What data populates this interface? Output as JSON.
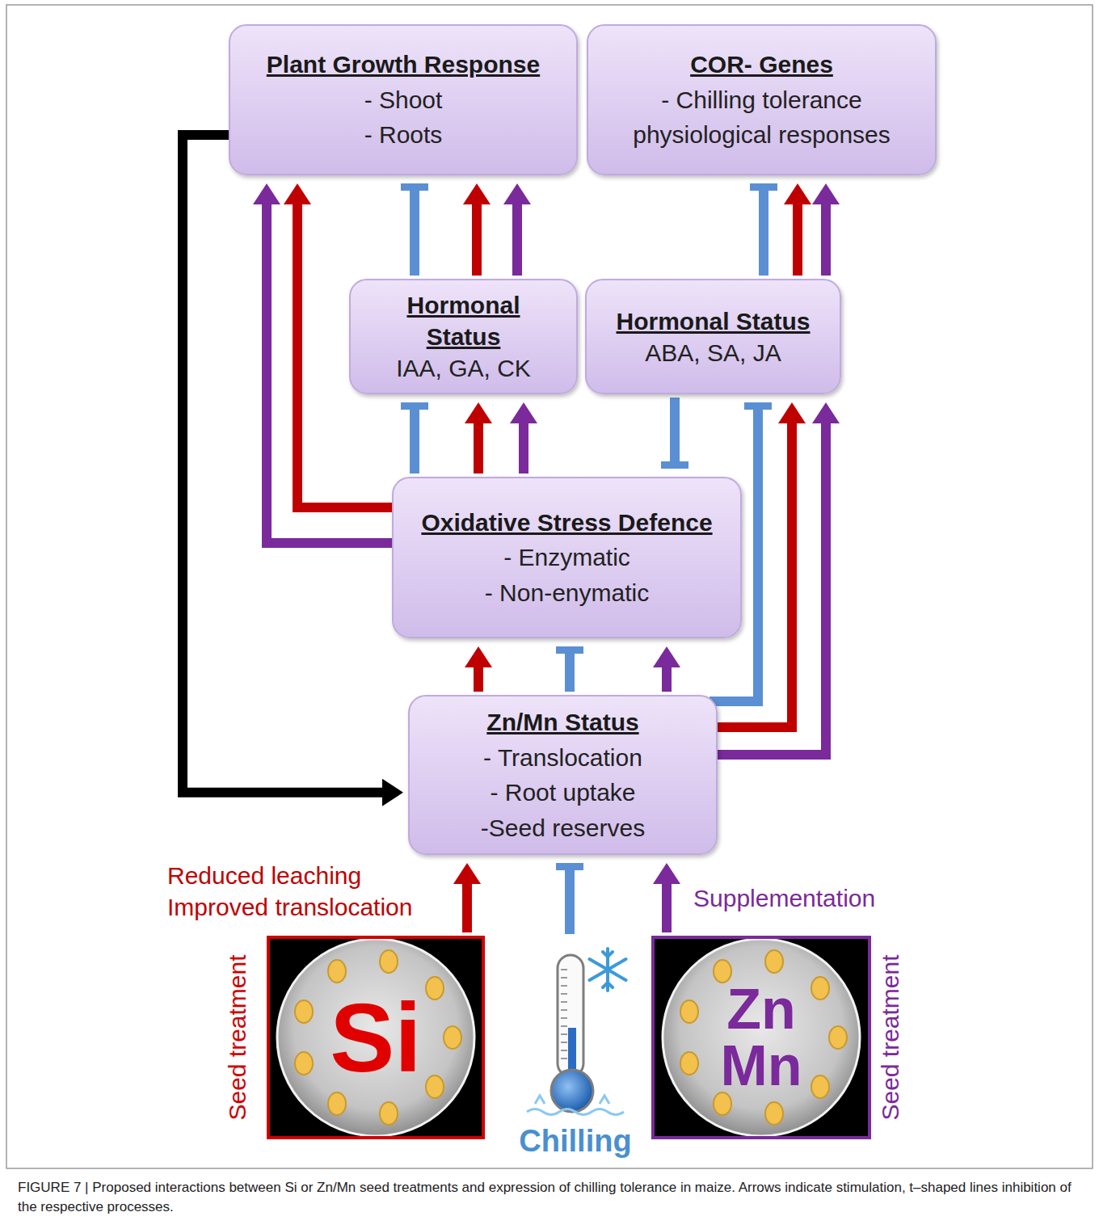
{
  "diagram": {
    "caption": "FIGURE 7 | Proposed interactions between Si or Zn/Mn seed treatments and expression of chilling tolerance in maize. Arrows indicate stimulation, t–shaped lines inhibition of the respective processes.",
    "nodes": [
      {
        "text": [
          "Plant Growth Response",
          "- Shoot",
          "- Roots"
        ]
      },
      {
        "text": [
          "COR- Genes",
          "- Chilling tolerance physiological responses"
        ]
      },
      {
        "text": [
          "Hormonal Status",
          "IAA, GA, CK"
        ]
      },
      {
        "text": [
          "Hormonal Status",
          "ABA, SA, JA"
        ]
      },
      {
        "text": [
          "Oxidative Stress Defence",
          "- Enzymatic",
          "- Non-enymatic"
        ]
      },
      {
        "text": [
          "Zn/Mn Status",
          "- Translocation",
          "- Root uptake",
          "-Seed reserves"
        ]
      },
      {
        "text": [
          "Seed treatment",
          "Si"
        ]
      },
      {
        "text": [
          "Chilling"
        ]
      },
      {
        "text": [
          "Zn Mn",
          "Seed treatment"
        ]
      }
    ],
    "edges": [
      {
        "from": 6,
        "to": 5,
        "arrow": "to",
        "label": "Reduced leaching Improved translocation"
      },
      {
        "from": 7,
        "to": 5,
        "arrow": "to"
      },
      {
        "from": 8,
        "to": 5,
        "arrow": "to",
        "label": "Supplementation"
      },
      {
        "from": 5,
        "to": 4,
        "arrow": "to"
      },
      {
        "from": 5,
        "to": 4,
        "arrow": "to"
      },
      {
        "from": 5,
        "to": 4,
        "arrow": "to"
      },
      {
        "from": 5,
        "to": 3,
        "arrow": "to"
      },
      {
        "from": 5,
        "to": 3,
        "arrow": "to"
      },
      {
        "from": 5,
        "to": 3,
        "arrow": "to"
      },
      {
        "from": 4,
        "to": 2,
        "arrow": "to"
      },
      {
        "from": 4,
        "to": 2,
        "arrow": "to"
      },
      {
        "from": 4,
        "to": 2,
        "arrow": "to"
      },
      {
        "from": 3,
        "to": 4,
        "arrow": "to"
      },
      {
        "from": 4,
        "to": 0,
        "arrow": "to"
      },
      {
        "from": 4,
        "to": 0,
        "arrow": "to"
      },
      {
        "from": 2,
        "to": 0,
        "arrow": "to"
      },
      {
        "from": 2,
        "to": 0,
        "arrow": "to"
      },
      {
        "from": 2,
        "to": 0,
        "arrow": "to"
      },
      {
        "from": 3,
        "to": 1,
        "arrow": "to"
      },
      {
        "from": 3,
        "to": 1,
        "arrow": "to"
      },
      {
        "from": 3,
        "to": 1,
        "arrow": "to"
      },
      {
        "from": 0,
        "to": 5,
        "arrow": "to"
      }
    ]
  }
}
